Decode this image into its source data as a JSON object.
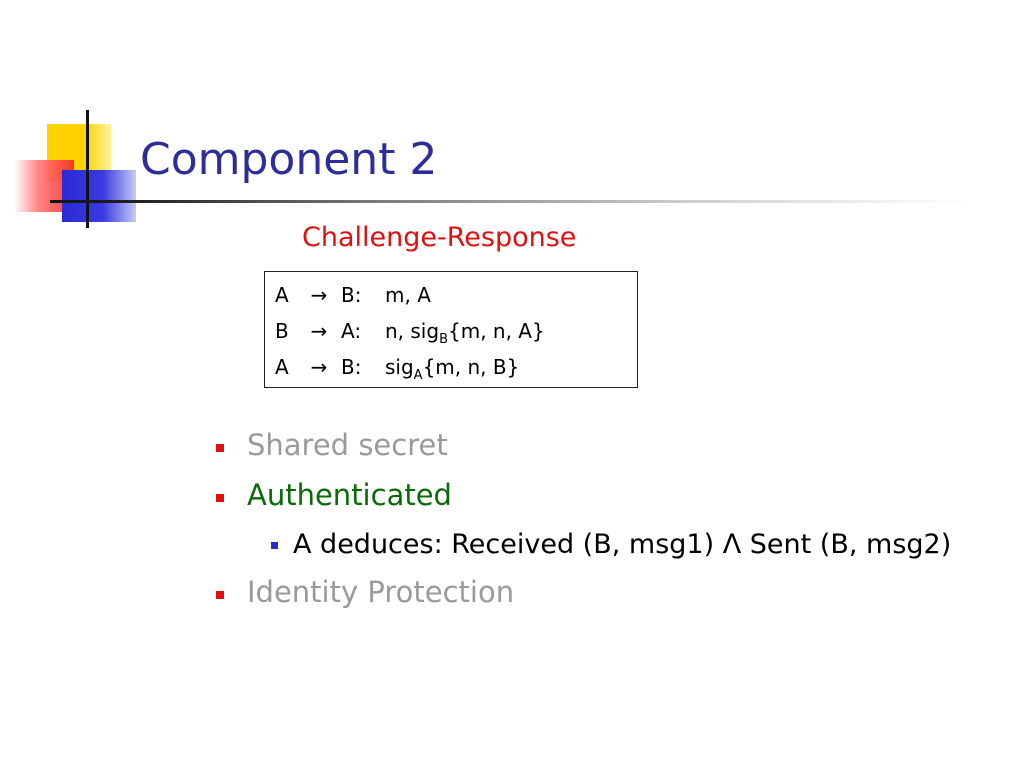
{
  "slide": {
    "title": "Component 2",
    "subtitle": "Challenge-Response"
  },
  "protocol": [
    {
      "from": "A",
      "arrow": "→",
      "to": "B:",
      "content": "m, A",
      "sig_sub": "",
      "tail": ""
    },
    {
      "from": "B",
      "arrow": "→",
      "to": "A:",
      "content": "n, sig",
      "sig_sub": "B",
      "tail": " {m, n, A}"
    },
    {
      "from": "A",
      "arrow": "→",
      "to": "B:",
      "content": "sig",
      "sig_sub": "A",
      "tail": " {m, n, B}"
    }
  ],
  "bullets": {
    "shared_secret": "Shared secret",
    "authenticated": "Authenticated",
    "deduces": "A deduces: Received (B, msg1) Λ Sent (B, msg2)",
    "identity": "Identity Protection"
  },
  "colors": {
    "title": "#2d2d9a",
    "subtitle": "#e01010",
    "inactive": "#9a9a9a",
    "active": "#0a6a0a",
    "bullet_red": "#e01010",
    "bullet_blue": "#2b2bd6"
  }
}
